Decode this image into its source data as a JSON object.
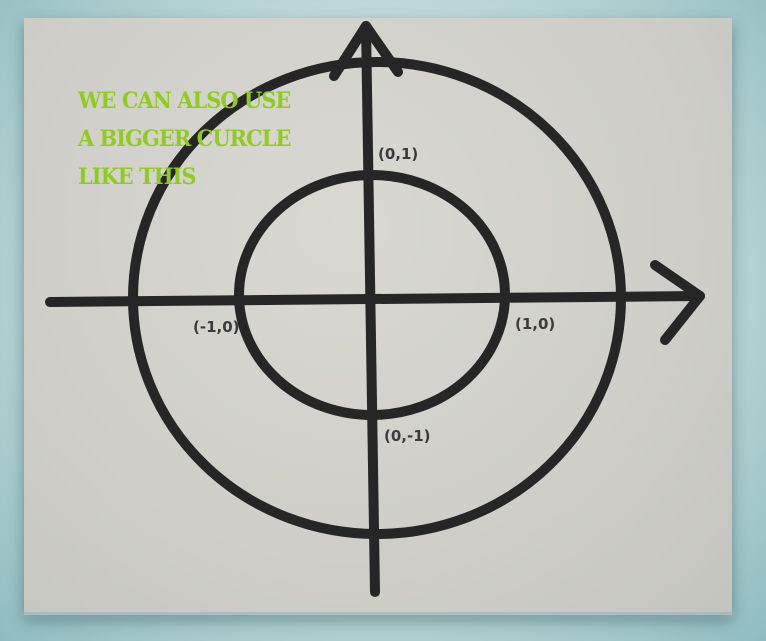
{
  "annotation": {
    "lines": [
      "We can also use",
      "a bigger curcle",
      "like this"
    ],
    "color": "#8fcc1e"
  },
  "points": {
    "top": "(0,1)",
    "bottom": "(0,-1)",
    "left": "(-1,0)",
    "right": "(1,0)"
  },
  "colors": {
    "ink": "#262626",
    "board": "#d6d5d0"
  }
}
